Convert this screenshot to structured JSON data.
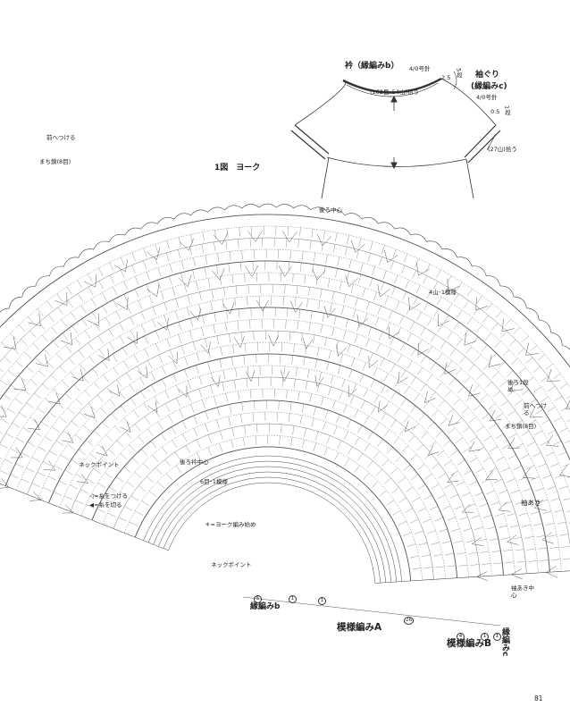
{
  "figure": {
    "title": "1図　ヨーク",
    "page_number": "81"
  },
  "schematic": {
    "collar_title": "衿（縁編みb）",
    "collar_hook": "4/0号針",
    "collar_depth": "2.5",
    "collar_rows": "5段",
    "collar_pickup": "(162目･54山)拾う",
    "sleeve_title": "袖ぐり",
    "sleeve_sub": "(縁編みc)",
    "sleeve_hook": "4/0号針",
    "sleeve_depth": "0.5",
    "sleeve_rows": "1段",
    "sleeve_pickup": "(27山)拾う"
  },
  "labels": {
    "attach_front_left": "前へつける",
    "chain_left": "まち鎖(8目)",
    "back_center_top": "後ろ中心",
    "repeat_4": "4山･1模様",
    "back_row1": "後ろ1段め",
    "attach_front_right": "前へつける",
    "chain_right": "まち鎖(8目)",
    "neck_point_top": "ネックポイント",
    "back_neck_center": "後ろ衿中心",
    "repeat_6": "6目･1模様",
    "yoke_start": "＊=ヨーク編み始め",
    "neck_point_bottom": "ネックポイント",
    "armhole": "袖あき",
    "armhole_center": "袖あき中心",
    "edge_b": "縁編みb",
    "pattern_a": "模様編みA",
    "pattern_b": "模様編みB",
    "edge_c": "縁編みc"
  },
  "legend": [
    {
      "symbol": "◁",
      "text": "=糸をつける"
    },
    {
      "symbol": "◀",
      "text": "=糸を切る"
    }
  ],
  "row_markers": {
    "edge_b": [
      "5",
      "1"
    ],
    "pattern_a_start": "1",
    "pattern_a_end": "26",
    "pattern_b": [
      "4",
      "1"
    ],
    "edge_c": [
      "1"
    ]
  }
}
